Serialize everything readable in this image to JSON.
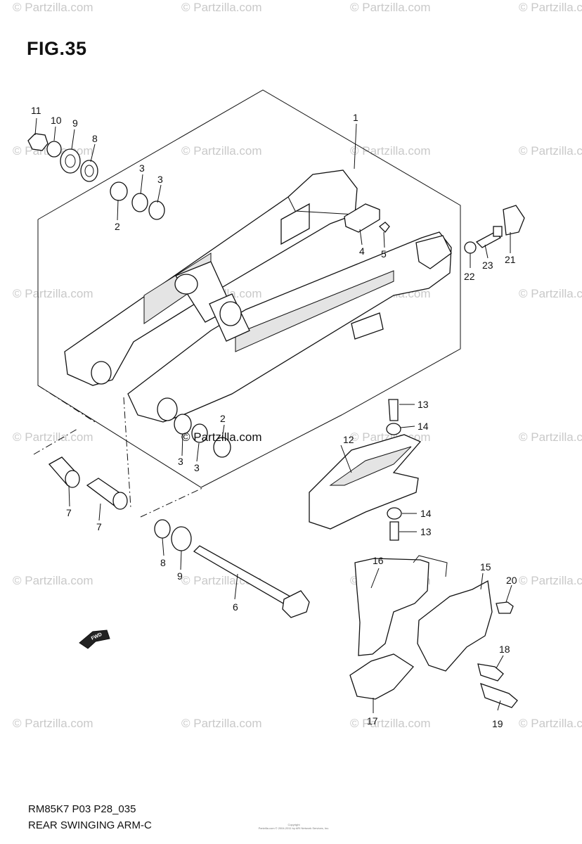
{
  "figure": {
    "title": "FIG.35",
    "code": "RM85K7 P03 P28_035",
    "name": "REAR SWINGING ARM-C",
    "copyright_lines": [
      "Copyright",
      "Partzilla.com © 2004-2011 by ARI Network Services, Inc."
    ]
  },
  "watermark": {
    "text": "© Partzilla.com",
    "color": "#c9c9c9",
    "center_text": "© Partzilla.com"
  },
  "direction_arrow": {
    "label": "FWD",
    "icon": "forward-arrow-icon"
  },
  "callouts": [
    {
      "id": "c11",
      "label": "11"
    },
    {
      "id": "c10",
      "label": "10"
    },
    {
      "id": "c9a",
      "label": "9"
    },
    {
      "id": "c8a",
      "label": "8"
    },
    {
      "id": "c3a",
      "label": "3"
    },
    {
      "id": "c3b",
      "label": "3"
    },
    {
      "id": "c2a",
      "label": "2"
    },
    {
      "id": "c1",
      "label": "1"
    },
    {
      "id": "c4",
      "label": "4"
    },
    {
      "id": "c5",
      "label": "5"
    },
    {
      "id": "c22",
      "label": "22"
    },
    {
      "id": "c23",
      "label": "23"
    },
    {
      "id": "c21",
      "label": "21"
    },
    {
      "id": "c13a",
      "label": "13"
    },
    {
      "id": "c14a",
      "label": "14"
    },
    {
      "id": "c12",
      "label": "12"
    },
    {
      "id": "c2b",
      "label": "2"
    },
    {
      "id": "c3c",
      "label": "3"
    },
    {
      "id": "c3d",
      "label": "3"
    },
    {
      "id": "c7a",
      "label": "7"
    },
    {
      "id": "c7b",
      "label": "7"
    },
    {
      "id": "c14b",
      "label": "14"
    },
    {
      "id": "c13b",
      "label": "13"
    },
    {
      "id": "c8b",
      "label": "8"
    },
    {
      "id": "c9b",
      "label": "9"
    },
    {
      "id": "c6",
      "label": "6"
    },
    {
      "id": "c16",
      "label": "16"
    },
    {
      "id": "c15",
      "label": "15"
    },
    {
      "id": "c20",
      "label": "20"
    },
    {
      "id": "c18",
      "label": "18"
    },
    {
      "id": "c19",
      "label": "19"
    },
    {
      "id": "c17",
      "label": "17"
    }
  ]
}
